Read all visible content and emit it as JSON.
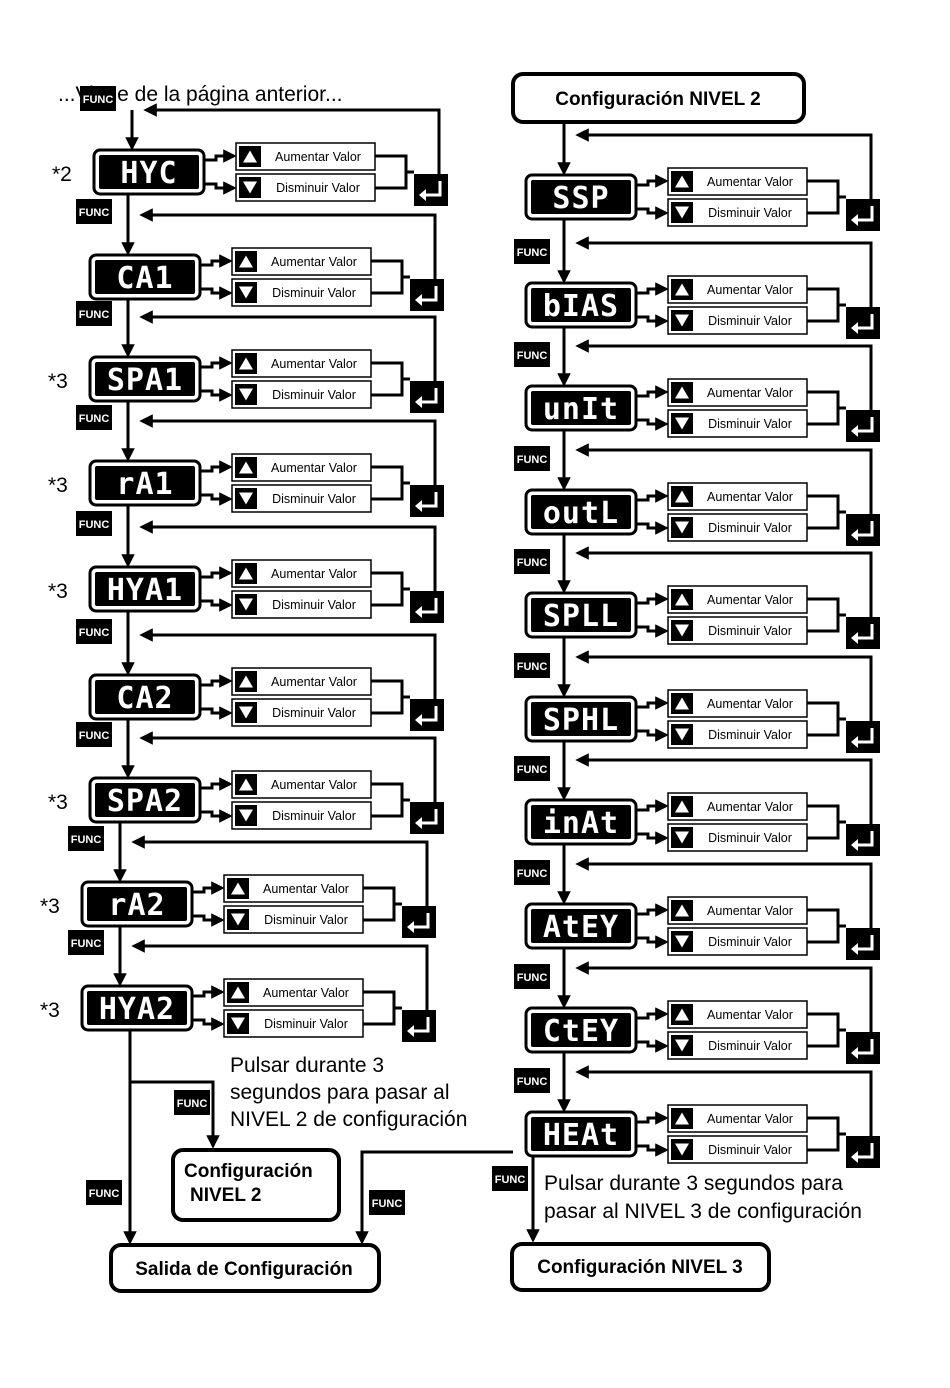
{
  "header_left": "...Viene de la página anterior...",
  "labels": {
    "up": "Aumentar Valor",
    "down": "Disminuir Valor",
    "func": "FUNC"
  },
  "left_steps": [
    {
      "code": "HYC",
      "note": "*2"
    },
    {
      "code": "CA1",
      "note": ""
    },
    {
      "code": "SPA1",
      "note": "*3"
    },
    {
      "code": "rA1",
      "note": "*3"
    },
    {
      "code": "HYA1",
      "note": "*3"
    },
    {
      "code": "CA2",
      "note": ""
    },
    {
      "code": "SPA2",
      "note": "*3"
    },
    {
      "code": "rA2",
      "note": "*3"
    },
    {
      "code": "HYA2",
      "note": "*3"
    }
  ],
  "right_steps": [
    {
      "code": "SSP"
    },
    {
      "code": "bIAS"
    },
    {
      "code": "unIt"
    },
    {
      "code": "outL"
    },
    {
      "code": "SPLL"
    },
    {
      "code": "SPHL"
    },
    {
      "code": "inAt"
    },
    {
      "code": "AtEY"
    },
    {
      "code": "CtEY"
    },
    {
      "code": "HEAt"
    }
  ],
  "terminals": {
    "level2_top": "Configuración NIVEL 2",
    "level2_box_line1": "Configuración",
    "level2_box_line2": "NIVEL 2",
    "exit": "Salida de Configuración",
    "level3": "Configuración NIVEL 3"
  },
  "notes": {
    "left": [
      "Pulsar durante 3",
      "segundos para pasar al",
      "NIVEL 2 de configuración"
    ],
    "right": [
      "Pulsar durante 3 segundos para",
      "pasar al NIVEL 3 de configuración"
    ]
  }
}
